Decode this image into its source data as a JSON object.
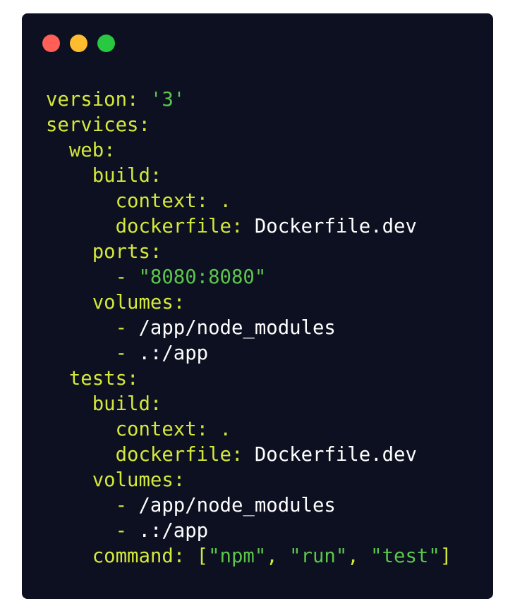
{
  "colors": {
    "background": "#0c1020",
    "key": "#d4e83a",
    "string": "#5cc64a",
    "plain": "#ffffff",
    "close": "#ff5f57",
    "minimize": "#febc2e",
    "maximize": "#28c840"
  },
  "window_controls": [
    {
      "name": "close-button",
      "color_key": "close"
    },
    {
      "name": "minimize-button",
      "color_key": "minimize"
    },
    {
      "name": "maximize-button",
      "color_key": "maximize"
    }
  ],
  "code_lines": [
    [
      {
        "t": "key",
        "v": "version: "
      },
      {
        "t": "str",
        "v": "'3'"
      }
    ],
    [
      {
        "t": "key",
        "v": "services:"
      }
    ],
    [
      {
        "t": "key",
        "v": "  web:"
      }
    ],
    [
      {
        "t": "key",
        "v": "    build:"
      }
    ],
    [
      {
        "t": "key",
        "v": "      context: ."
      }
    ],
    [
      {
        "t": "key",
        "v": "      dockerfile: "
      },
      {
        "t": "plain",
        "v": "Dockerfile.dev"
      }
    ],
    [
      {
        "t": "key",
        "v": "    ports:"
      }
    ],
    [
      {
        "t": "key",
        "v": "      - "
      },
      {
        "t": "str",
        "v": "\"8080:8080\""
      }
    ],
    [
      {
        "t": "key",
        "v": "    volumes:"
      }
    ],
    [
      {
        "t": "key",
        "v": "      - "
      },
      {
        "t": "plain",
        "v": "/app/node_modules"
      }
    ],
    [
      {
        "t": "key",
        "v": "      - "
      },
      {
        "t": "plain",
        "v": ".:/app"
      }
    ],
    [
      {
        "t": "key",
        "v": "  tests:"
      }
    ],
    [
      {
        "t": "key",
        "v": "    build:"
      }
    ],
    [
      {
        "t": "key",
        "v": "      context: ."
      }
    ],
    [
      {
        "t": "key",
        "v": "      dockerfile: "
      },
      {
        "t": "plain",
        "v": "Dockerfile.dev"
      }
    ],
    [
      {
        "t": "key",
        "v": "    volumes:"
      }
    ],
    [
      {
        "t": "key",
        "v": "      - "
      },
      {
        "t": "plain",
        "v": "/app/node_modules"
      }
    ],
    [
      {
        "t": "key",
        "v": "      - "
      },
      {
        "t": "plain",
        "v": ".:/app"
      }
    ],
    [
      {
        "t": "key",
        "v": "    command: ["
      },
      {
        "t": "str",
        "v": "\"npm\""
      },
      {
        "t": "key",
        "v": ", "
      },
      {
        "t": "str",
        "v": "\"run\""
      },
      {
        "t": "key",
        "v": ", "
      },
      {
        "t": "str",
        "v": "\"test\""
      },
      {
        "t": "key",
        "v": "]"
      }
    ]
  ]
}
